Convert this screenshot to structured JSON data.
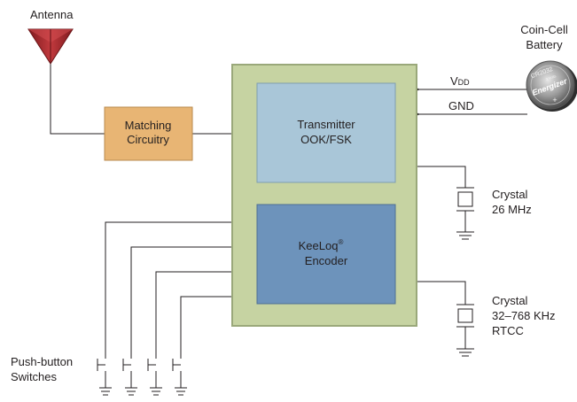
{
  "labels": {
    "antenna": "Antenna",
    "matching_line1": "Matching",
    "matching_line2": "Circuitry",
    "transmitter_line1": "Transmitter",
    "transmitter_line2": "OOK/FSK",
    "encoder_line1_main": "KeeLoq",
    "encoder_line1_sup": "®",
    "encoder_line2": "Encoder",
    "vdd_main": "V",
    "vdd_sub": "DD",
    "gnd": "GND",
    "battery_line1": "Coin-Cell",
    "battery_line2": "Battery",
    "crystal1_line1": "Crystal",
    "crystal1_line2": "26 MHz",
    "crystal2_line1": "Crystal",
    "crystal2_line2": "32–768 KHz",
    "crystal2_line3": "RTCC",
    "switches_line1": "Push-button",
    "switches_line2": "Switches",
    "coin_text1": "CR2032",
    "coin_text2": "3 Volts",
    "coin_text3": "Energizer",
    "coin_text4": "+"
  },
  "colors": {
    "chip_outer": "#c6d3a2",
    "chip_outer_border": "#9aa87a",
    "transmitter_fill": "#a9c6d8",
    "encoder_fill": "#6d93bb",
    "matching_fill": "#e8b574",
    "antenna": "#a8262c",
    "wire": "#231f20"
  }
}
